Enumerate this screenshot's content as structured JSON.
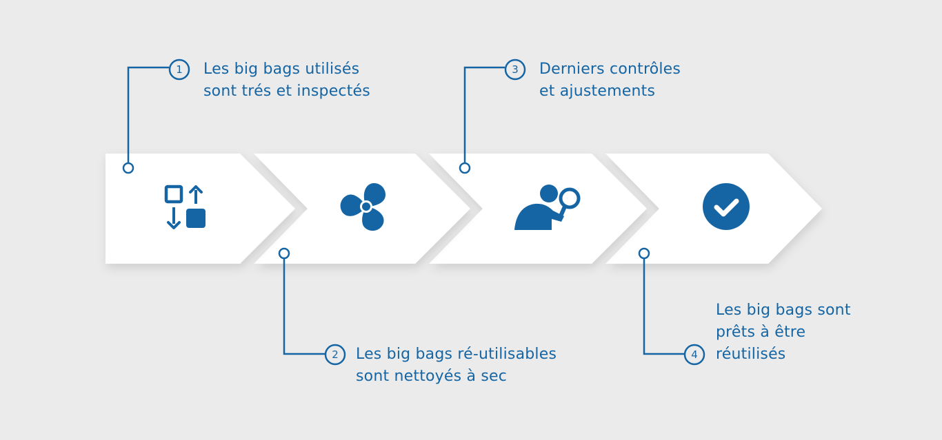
{
  "steps": [
    {
      "number": "1",
      "lines": [
        "Les big bags utilisés",
        "sont trés et inspectés"
      ],
      "icon": "sort-icon"
    },
    {
      "number": "2",
      "lines": [
        "Les big bags ré-utilisables",
        "sont nettoyés à sec"
      ],
      "icon": "fan-icon"
    },
    {
      "number": "3",
      "lines": [
        "Derniers contrôles",
        "et ajustements"
      ],
      "icon": "inspector-magnifier-icon"
    },
    {
      "number": "4",
      "lines": [
        "Les big bags sont",
        "prêts à être",
        "réutilisés"
      ],
      "icon": "check-circle-icon"
    }
  ],
  "colors": {
    "background": "#ebebeb",
    "arrow": "#ffffff",
    "accent": "#1565a4"
  }
}
